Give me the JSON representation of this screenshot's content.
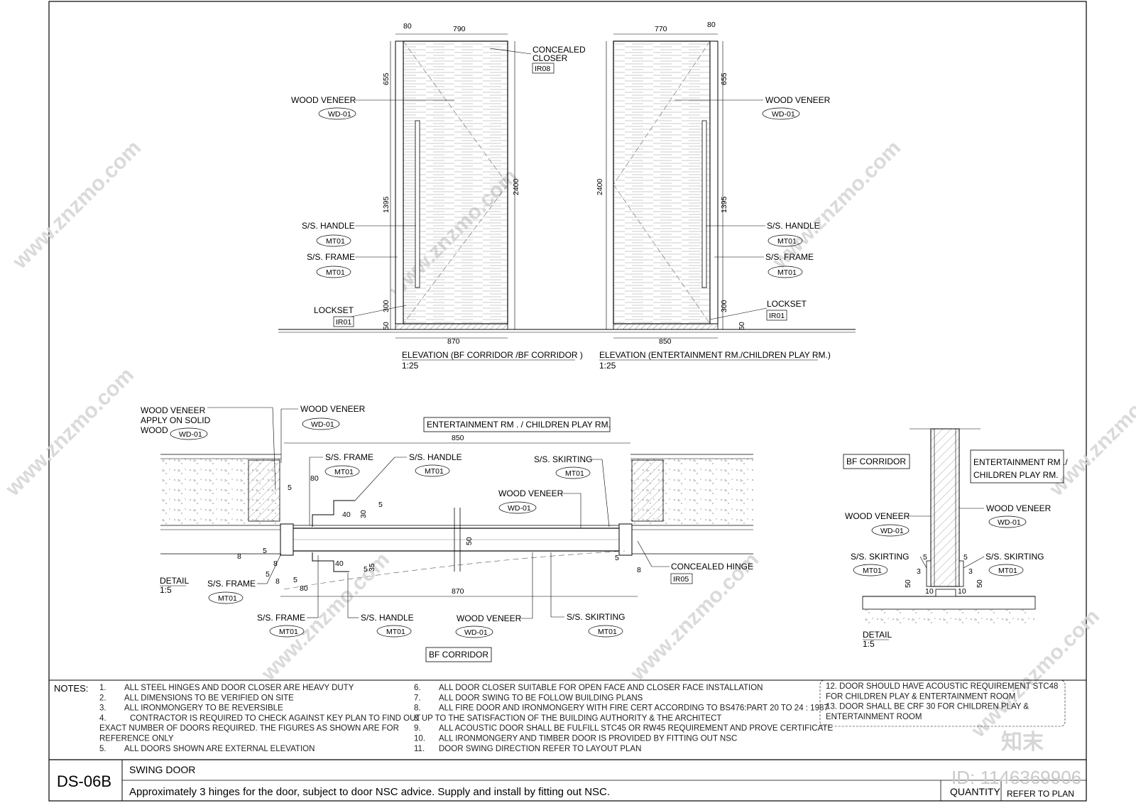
{
  "elevation_left": {
    "title": "ELEVATION (BF CORRIDOR /BF CORRIDOR )",
    "scale": "1:25",
    "dims": {
      "top_frame": "80",
      "top_width": "790",
      "h_upper": "655",
      "h_lower": "1395",
      "h_total": "2400",
      "h_lock": "300",
      "h_base": "50",
      "bottom_width": "870"
    },
    "labels": {
      "concealed_closer": "CONCEALED",
      "concealed_closer_2": "CLOSER",
      "closer_tag": "IR08",
      "wood_veneer": "WOOD VENEER",
      "wood_veneer_tag": "WD-01",
      "handle": "S/S. HANDLE",
      "handle_tag": "MT01",
      "frame": "S/S. FRAME",
      "frame_tag": "MT01",
      "lockset": "LOCKSET",
      "lockset_tag": "IR01"
    }
  },
  "elevation_right": {
    "title": "ELEVATION (ENTERTAINMENT RM./CHILDREN PLAY RM.)",
    "scale": "1:25",
    "dims": {
      "top_frame": "80",
      "top_width": "770",
      "h_upper": "655",
      "h_lower": "1395",
      "h_total": "2400",
      "h_lock": "300",
      "h_base": "50",
      "bottom_width": "850"
    },
    "labels": {
      "wood_veneer": "WOOD VENEER",
      "wood_veneer_tag": "WD-01",
      "handle": "S/S. HANDLE",
      "handle_tag": "MT01",
      "frame": "S/S. FRAME",
      "frame_tag": "MT01",
      "lockset": "LOCKSET",
      "lockset_tag": "IR01"
    }
  },
  "plan_detail": {
    "scale_label": "DETAIL",
    "scale": "1:5",
    "top_room": "ENTERTAINMENT RM . / CHILDREN PLAY RM.",
    "bottom_room": "BF CORRIDOR",
    "dims": {
      "top": "850",
      "bottom": "870",
      "d80a": "80",
      "d5a": "5",
      "d40a": "40",
      "d30": "30",
      "d5b": "5",
      "d8a": "8",
      "d5c": "5",
      "d8b": "8",
      "d5d": "5",
      "d8c": "8",
      "d5e": "5",
      "d80b": "80",
      "d40b": "40",
      "d5f": "5",
      "d35": "35",
      "d50": "50",
      "d8d": "8",
      "d5g": "5"
    },
    "labels": {
      "wv_solid_1": "WOOD VENEER",
      "wv_solid_2": "APPLY ON SOLID",
      "wv_solid_3": "WOOD",
      "wv_solid_tag": "WD-01",
      "wv_top": "WOOD VENEER",
      "wv_top_tag": "WD-01",
      "frame_top": "S/S. FRAME",
      "frame_top_tag": "MT01",
      "handle_top": "S/S. HANDLE",
      "handle_top_tag": "MT01",
      "skirting_top": "S/S. SKIRTING",
      "skirting_top_tag": "MT01",
      "wv_mid": "WOOD VENEER",
      "wv_mid_tag": "WD-01",
      "hinge": "CONCEALED HINGE",
      "hinge_tag": "IR05",
      "frame_left": "S/S. FRAME",
      "frame_left_tag": "MT01",
      "frame_bot": "S/S. FRAME",
      "frame_bot_tag": "MT01",
      "handle_bot": "S/S. HANDLE",
      "handle_bot_tag": "MT01",
      "wv_bot": "WOOD VENEER",
      "wv_bot_tag": "WD-01",
      "skirting_bot": "S/S. SKIRTING",
      "skirting_bot_tag": "MT01"
    }
  },
  "section_detail": {
    "scale_label": "DETAIL",
    "scale": "1:5",
    "left_room": "BF CORRIDOR",
    "right_room_1": "ENTERTAINMENT RM ./",
    "right_room_2": "CHILDREN PLAY RM.",
    "labels": {
      "wv_right": "WOOD VENEER",
      "wv_right_tag": "WD-01",
      "wv_left": "WOOD VENEER",
      "wv_left_tag": "WD-01",
      "sk_left": "S/S. SKIRTING",
      "sk_left_tag": "MT01",
      "sk_right": "S/S. SKIRTING",
      "sk_right_tag": "MT01"
    },
    "dims": {
      "d5l": "5",
      "d3l": "3",
      "d50l": "50",
      "d10l": "10",
      "d5r": "5",
      "d3r": "3",
      "d50r": "50",
      "d10r": "10"
    }
  },
  "notes": {
    "heading": "NOTES:",
    "left": [
      {
        "n": "1.",
        "t": "ALL STEEL HINGES AND DOOR CLOSER ARE HEAVY DUTY"
      },
      {
        "n": "2.",
        "t": "ALL DIMENSIONS TO BE VERIFIED ON SITE"
      },
      {
        "n": "3.",
        "t": "ALL IRONMONGERY TO BE REVERSIBLE"
      },
      {
        "n": "4.",
        "t": "CONTRACTOR IS REQUIRED TO CHECK AGAINST KEY PLAN TO FIND OUT"
      }
    ],
    "left_cont_1": "EXACT NUMBER OF DOORS REQUIRED. THE FIGURES AS SHOWN ARE FOR",
    "left_cont_2": "REFERENCE ONLY",
    "left_5": {
      "n": "5.",
      "t": "ALL DOORS SHOWN ARE EXTERNAL ELEVATION"
    },
    "middle": [
      {
        "n": "6.",
        "t": "ALL DOOR CLOSER SUITABLE FOR OPEN FACE AND CLOSER FACE INSTALLATION"
      },
      {
        "n": "7.",
        "t": "ALL DOOR SWING TO BE FOLLOW BUILDING PLANS"
      },
      {
        "n": "8.",
        "t": "ALL FIRE DOOR AND IRONMONGERY WITH FIRE CERT ACCORDING TO BS476:PART 20 TO 24 : 1987"
      }
    ],
    "middle_cont": "& UP TO THE SATISFACTION OF THE BUILDING AUTHORITY & THE ARCHITECT",
    "middle_rest": [
      {
        "n": "9.",
        "t": "ALL ACOUSTIC DOOR SHALL BE FULFILL STC45 OR RW45 REQUIREMENT AND PROVE CERTIFICATE"
      },
      {
        "n": "10.",
        "t": "ALL IRONMONGERY AND TIMBER DOOR IS PROVIDED BY FITTING OUT NSC"
      },
      {
        "n": "11.",
        "t": "DOOR SWING DIRECTION REFER TO LAYOUT PLAN"
      }
    ],
    "right": [
      "12. DOOR SHOULD HAVE ACOUSTIC REQUIREMENT STC48",
      "FOR CHILDREN PLAY & ENTERTAINMENT ROOM",
      "13. DOOR SHALL BE CRF 30 FOR CHILDREN PLAY &",
      "ENTERTAINMENT ROOM"
    ]
  },
  "title_block": {
    "code": "DS-06B",
    "name": "SWING DOOR",
    "description": "Approximately 3 hinges for the door, subject to door NSC advice. Supply and install by fitting out NSC.",
    "quantity_label": "QUANTITY",
    "quantity_value": "REFER TO PLAN"
  },
  "watermark": {
    "site": "www.znzmo.com",
    "brand": "知末",
    "id": "ID: 1146369906"
  }
}
